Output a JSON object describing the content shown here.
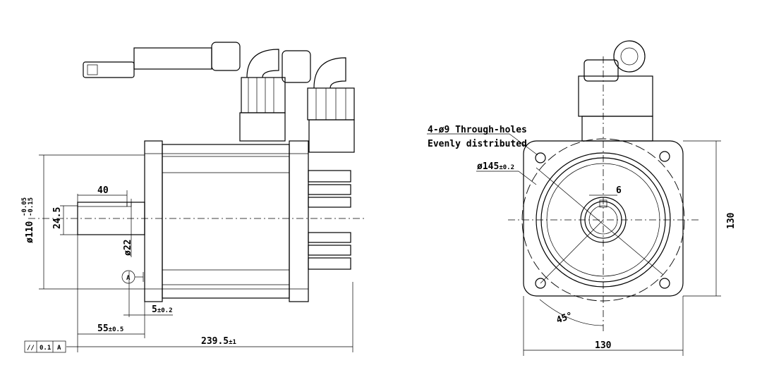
{
  "side_view": {
    "dim_flange_dia": "ø110",
    "dim_flange_tol_upper": "-0.05",
    "dim_flange_tol_lower": "-0.15",
    "dim_key_length": "40",
    "dim_key_height": "24.5",
    "dim_shaft_dia": "ø22",
    "datum_label": "A",
    "dim_flange_thickness": "5",
    "dim_flange_thickness_tol": "±0.2",
    "dim_shaft_length": "55",
    "dim_shaft_length_tol": "±0.5",
    "dim_total_length": "239.5",
    "dim_total_length_tol": "±1",
    "tolerance_frame": {
      "symbol": "//",
      "value": "0.1",
      "datum": "A"
    }
  },
  "front_view": {
    "holes_note_line1": "4-ø9 Through-holes",
    "holes_note_line2": "Evenly distributed",
    "dim_pcd": "ø145",
    "dim_pcd_tol": "±0.2",
    "dim_key_width": "6",
    "dim_height": "130",
    "dim_width": "130",
    "dim_angle": "45°"
  }
}
